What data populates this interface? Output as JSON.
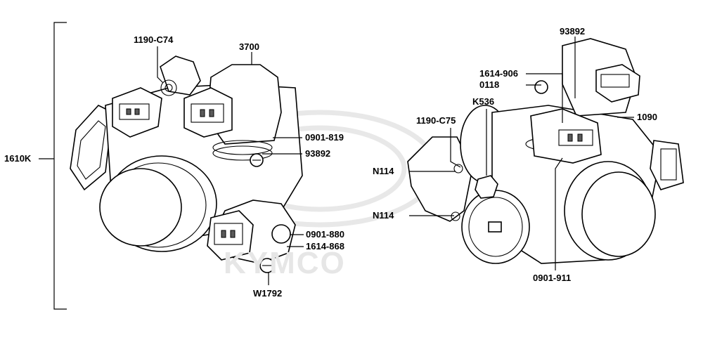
{
  "diagram": {
    "watermark_text": "KYMCO",
    "callouts": {
      "c1610k": "1610K",
      "c1190c74": "1190-C74",
      "c3700": "3700",
      "c0901_819": "0901-819",
      "c93892_left": "93892",
      "c0901_880": "0901-880",
      "c1614_868": "1614-868",
      "w1792": "W1792",
      "c93892_right": "93892",
      "c1614_906": "1614-906",
      "c0118": "0118",
      "k536": "K536",
      "c1190c75": "1190-C75",
      "c1090": "1090",
      "n114_upper": "N114",
      "n114_lower": "N114",
      "c0901_911": "0901-911"
    }
  }
}
